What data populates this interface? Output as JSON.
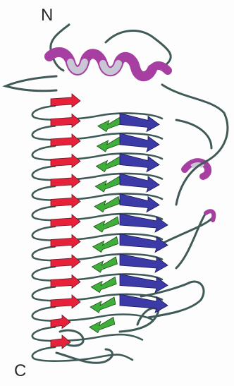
{
  "labels": {
    "n_terminus": "N",
    "c_terminus": "C"
  },
  "colors": {
    "strand_left": "#e8213a",
    "strand_middle": "#3fae3a",
    "strand_right": "#3b3aa6",
    "helix": "#a63fa1",
    "helix_light": "#c9c7d6",
    "coil": "#3f5a57",
    "background": "#ffffff"
  },
  "structure": {
    "repeat_count": 13,
    "description_visible": false
  }
}
